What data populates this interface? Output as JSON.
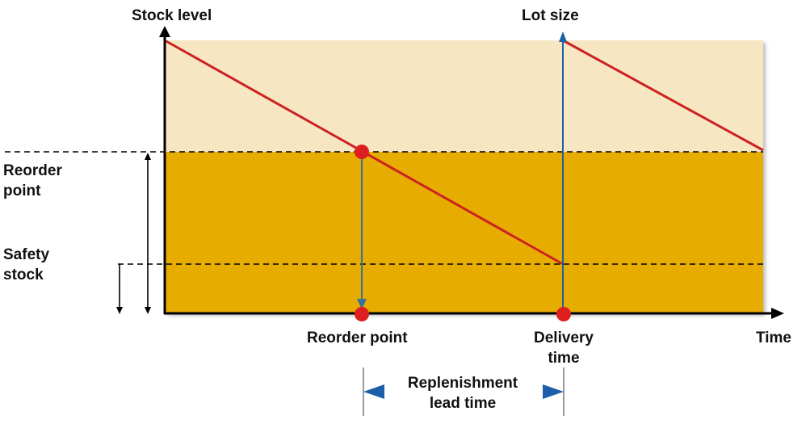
{
  "axes": {
    "y_label": "Stock level",
    "x_label": "Time"
  },
  "labels": {
    "lot_size": "Lot size",
    "reorder_point_left_line1": "Reorder",
    "reorder_point_left_line2": "point",
    "safety_stock_line1": "Safety",
    "safety_stock_line2": "stock",
    "reorder_point_bottom": "Reorder point",
    "delivery_line1": "Delivery",
    "delivery_line2": "time",
    "lead_time_line1": "Replenishment",
    "lead_time_line2": "lead time"
  },
  "colors": {
    "upper_zone": "#f6e7c2",
    "lower_zone": "#e6ac00",
    "stock_line": "#cc2222",
    "marker": "#dd1f1f",
    "signal_arrow": "#3a6f9a",
    "lead_time_arrow": "#1c5fa8",
    "axis": "#000000"
  },
  "icons": {
    "lead_time_left": "triangle-left-icon",
    "lead_time_right": "triangle-right-icon"
  }
}
